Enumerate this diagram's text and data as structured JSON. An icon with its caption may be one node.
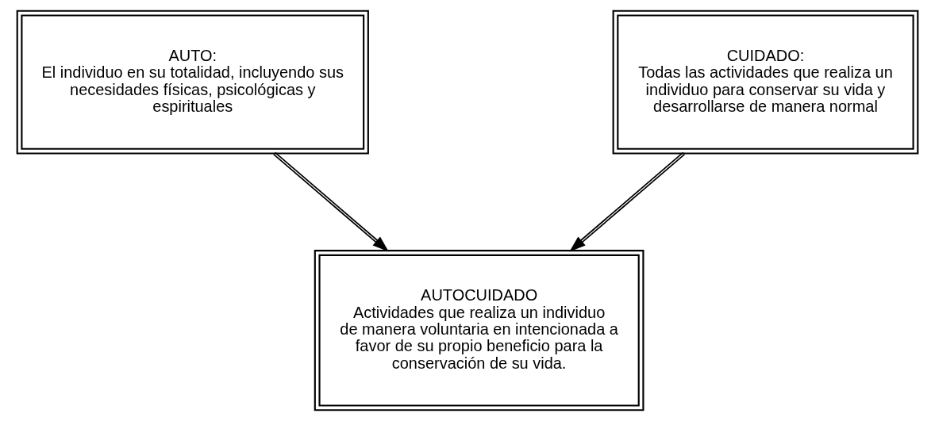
{
  "diagram": {
    "nodes": [
      {
        "text": [
          "AUTO:",
          "El individuo en su totalidad, incluyendo sus necesidades físicas, psicológicas y espirituales"
        ]
      },
      {
        "text": [
          "CUIDADO:",
          "Todas las actividades que realiza un individuo para conservar su vida y desarrollarse de manera normal"
        ]
      },
      {
        "text": [
          "AUTOCUIDADO",
          "Actividades que realiza un individuo de manera voluntaria en intencionada a favor de su propio beneficio para la conservación de su vida."
        ]
      }
    ],
    "edges": [
      {
        "from": 0,
        "to": 2,
        "arrow": "to"
      },
      {
        "from": 1,
        "to": 2,
        "arrow": "to"
      }
    ]
  }
}
